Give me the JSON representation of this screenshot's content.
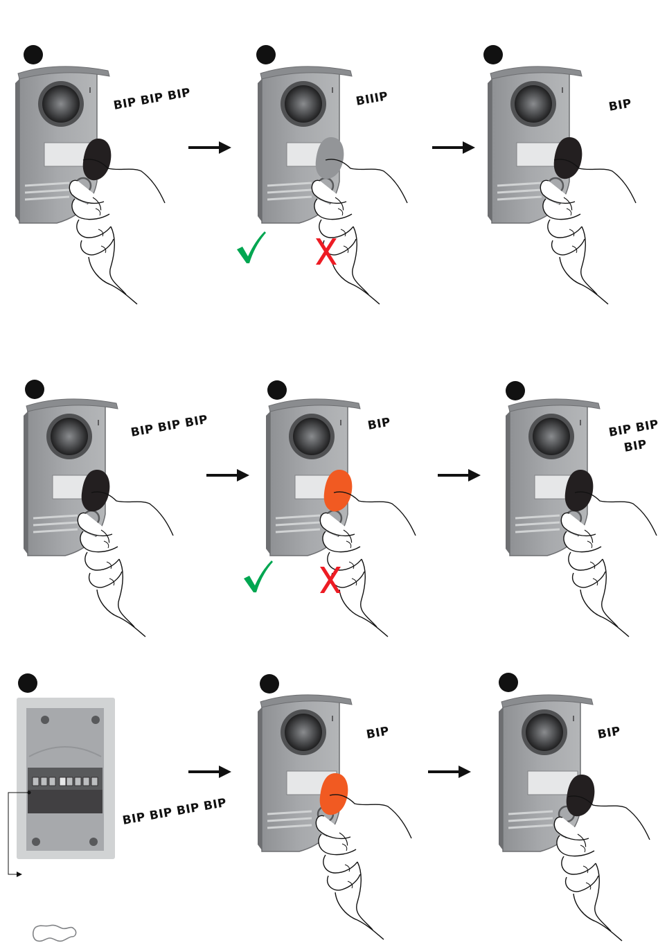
{
  "rows": [
    {
      "steps": [
        {
          "sound": "BIP BIP BIP",
          "badge": "black"
        },
        {
          "sound": "BIIIP",
          "badge": "gray",
          "outcome": "ok-or-fail"
        },
        {
          "sound": "BIP",
          "badge": "black"
        }
      ]
    },
    {
      "steps": [
        {
          "sound": "BIP BIP BIP",
          "badge": "black"
        },
        {
          "sound": "BIP",
          "badge": "orange",
          "outcome": "ok-or-fail"
        },
        {
          "sound_line1": "BIP BIP",
          "sound_line2": "BIP",
          "badge": "black"
        }
      ]
    },
    {
      "steps": [
        {
          "sound": "BIP BIP BIP BIP",
          "view": "back-panel"
        },
        {
          "sound": "BIP",
          "badge": "orange"
        },
        {
          "sound": "BIP",
          "badge": "black"
        }
      ]
    }
  ],
  "colors": {
    "panel": "#a7a9ac",
    "panel_dark": "#6d6e71",
    "badge_black": "#231f20",
    "badge_gray": "#939598",
    "badge_orange": "#f15a22",
    "check": "#00a651",
    "cross": "#ed1c24",
    "arrow": "#111111"
  },
  "icons": [
    "step-number-dot",
    "check-icon",
    "cross-icon",
    "arrow-right-icon",
    "hand-icon",
    "badge-icon",
    "camera-lens-icon",
    "logo-icon"
  ]
}
